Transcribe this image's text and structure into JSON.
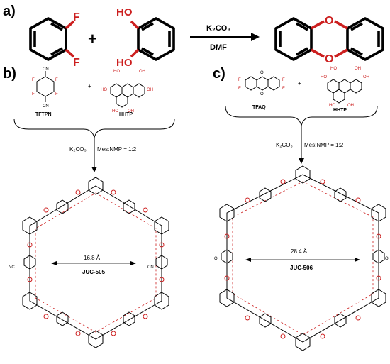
{
  "panels": {
    "a": {
      "label": "a)",
      "reactant1_atoms": [
        "F",
        "F"
      ],
      "plus": "+",
      "reactant2_atoms": [
        "HO",
        "HO"
      ],
      "reagent": "K₂CO₃",
      "solvent": "DMF",
      "product_atoms": [
        "O",
        "O"
      ]
    },
    "b": {
      "label": "b)",
      "monomer1_name": "TFTPN",
      "monomer2_name": "HHTP",
      "plus": "+",
      "conditions_base": "K₂CO₃",
      "conditions_solvent": "Mes:NMP = 1:2",
      "pore_size": "16.8 Å",
      "framework_name": "JUC-505",
      "substituent": "NC",
      "substituent_right": "CN"
    },
    "c": {
      "label": "c)",
      "monomer1_name": "TFAQ",
      "monomer2_name": "HHTP",
      "plus": "+",
      "conditions_base": "K₂CO₃",
      "conditions_solvent": "Mes:NMP = 1:2",
      "pore_size": "28.4 Å",
      "framework_name": "JUC-506",
      "substituent": "O"
    }
  },
  "colors": {
    "bond": "#000000",
    "heteroatom": "#cc1f1f"
  }
}
